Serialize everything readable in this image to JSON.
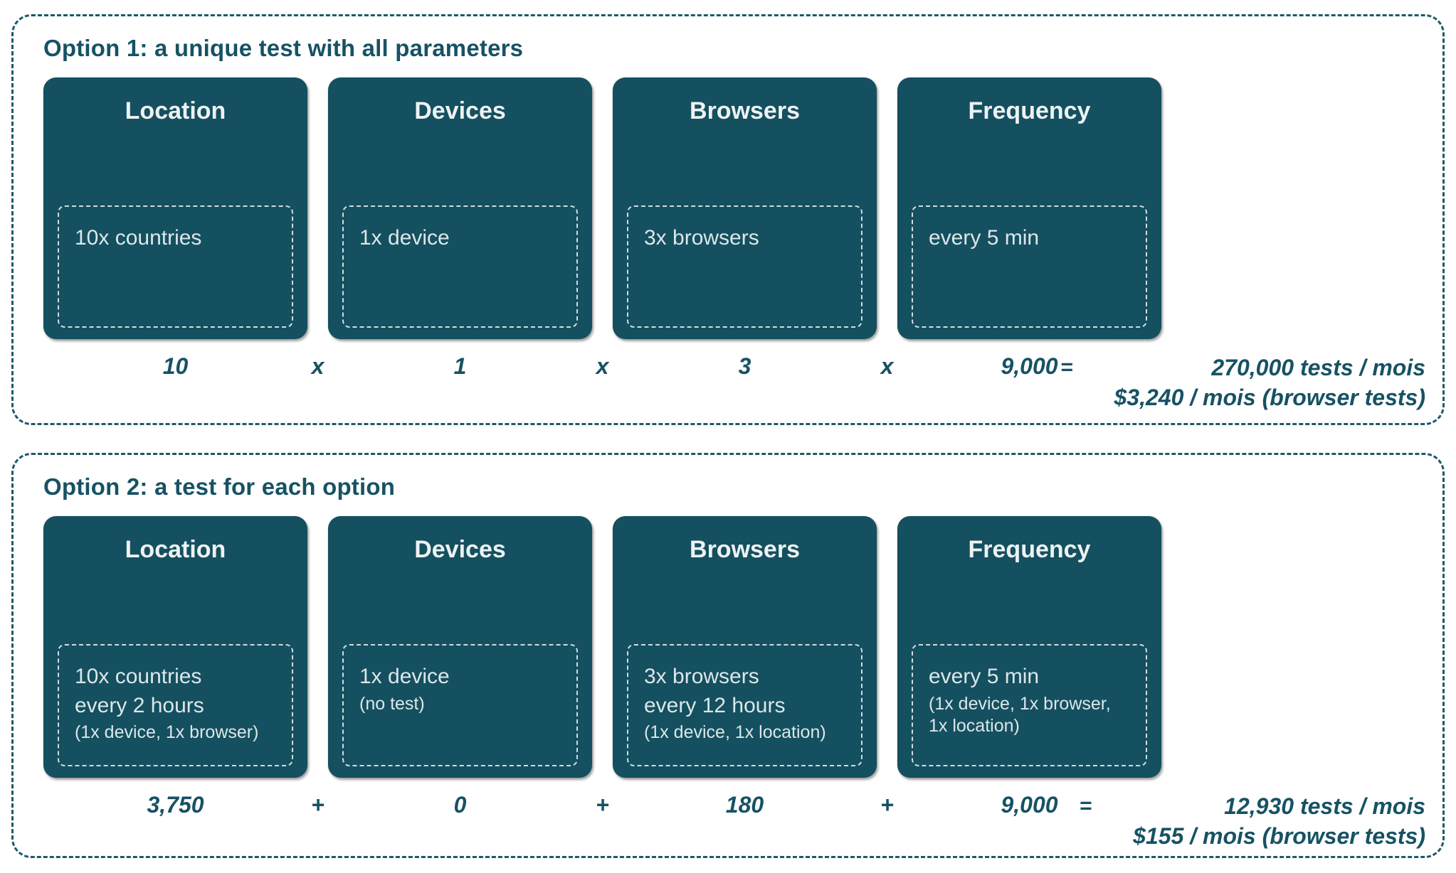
{
  "colors": {
    "background": "#ffffff",
    "panel_border": "#1d5a6d",
    "box_fill": "#14505f",
    "box_title_text": "#eef2f3",
    "spec_text": "#dde6ea",
    "spec_dash": "#cfdde2",
    "accent_text": "#175264"
  },
  "sections": [
    {
      "title": "Option 1: a unique test with all parameters",
      "boxes": [
        {
          "title": "Location",
          "lines": [
            "10x countries"
          ]
        },
        {
          "title": "Devices",
          "lines": [
            "1x device"
          ]
        },
        {
          "title": "Browsers",
          "lines": [
            "3x browsers"
          ]
        },
        {
          "title": "Frequency",
          "lines": [
            "every 5 min"
          ]
        }
      ],
      "values": [
        "10",
        "1",
        "3",
        "9,000"
      ],
      "operators": [
        "x",
        "x",
        "x"
      ],
      "equals": "=",
      "result": {
        "line1": "270,000 tests / mois",
        "line2": "$3,240 / mois (browser tests)"
      }
    },
    {
      "title": "Option 2: a test for each option",
      "boxes": [
        {
          "title": "Location",
          "lines": [
            "10x countries",
            "every 2 hours"
          ],
          "note": "(1x device, 1x browser)"
        },
        {
          "title": "Devices",
          "lines": [
            "1x device"
          ],
          "note": "(no test)"
        },
        {
          "title": "Browsers",
          "lines": [
            "3x browsers",
            "every 12 hours"
          ],
          "note": "(1x device, 1x location)"
        },
        {
          "title": "Frequency",
          "lines": [
            "every 5 min"
          ],
          "note": "(1x device, 1x browser, 1x location)"
        }
      ],
      "values": [
        "3,750",
        "0",
        "180",
        "9,000"
      ],
      "operators": [
        "+",
        "+",
        "+"
      ],
      "equals": "=",
      "result": {
        "line1": "12,930 tests / mois",
        "line2": "$155 / mois (browser tests)"
      }
    }
  ]
}
